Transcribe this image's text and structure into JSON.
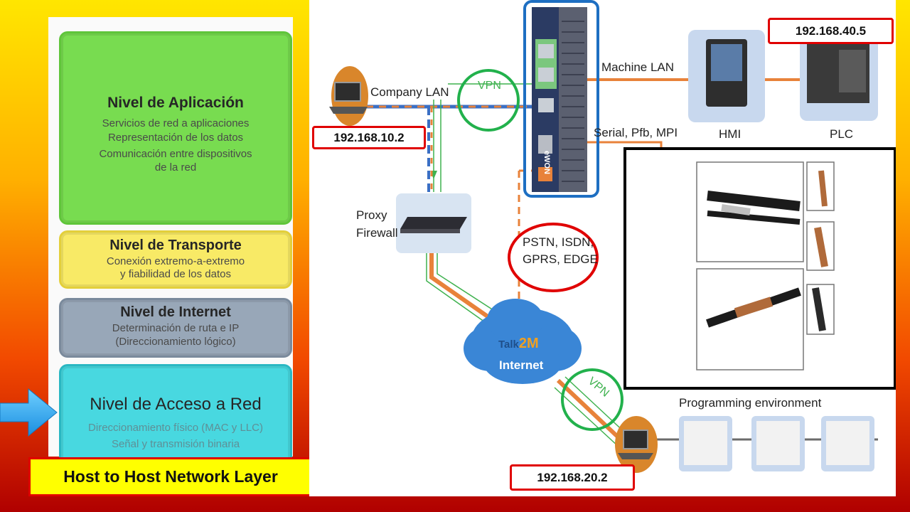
{
  "osi_layers": [
    {
      "title": "Nivel de Aplicación",
      "lines": [
        "Servicios de red a aplicaciones",
        "Representación de los datos",
        "Comunicación entre dispositivos",
        "de la red"
      ]
    },
    {
      "title": "Nivel de Transporte",
      "lines": [
        "Conexión extremo-a-extremo",
        "y fiabilidad de los datos"
      ]
    },
    {
      "title": "Nivel de Internet",
      "lines": [
        "Determinación de ruta e IP",
        "(Direccionamiento lógico)"
      ]
    },
    {
      "title": "Nivel de Acceso a Red",
      "lines": [
        "Direccionamiento físico (MAC y LLC)",
        "Señal y transmisión binaria"
      ]
    }
  ],
  "footer_label": "Host to Host Network Layer",
  "diagram": {
    "company_lan": "Company LAN",
    "vpn_top": "VPN",
    "vpn_bottom": "VPN",
    "machine_lan": "Machine LAN",
    "serial": "Serial, Pfb, MPI",
    "hmi": "HMI",
    "plc": "PLC",
    "proxy_line1": "Proxy",
    "proxy_line2": "Firewall",
    "pstn_lines": [
      "PSTN, ISDN,",
      "GPRS, EDGE"
    ],
    "cloud_brand_a": "Talk",
    "cloud_brand_b": "2M",
    "cloud_text": "Internet",
    "programming_env": "Programming environment",
    "router_brand": "eWON",
    "ip_company": "192.168.10.2",
    "ip_plc": "192.168.40.5",
    "ip_prog": "192.168.20.2"
  },
  "colors": {
    "lan_blue": "#3a6fc4",
    "lan_orange": "#e8823a",
    "vpn_green": "#3fb24f",
    "highlight_red": "#e00000",
    "router_box": "#1e6fc2"
  }
}
